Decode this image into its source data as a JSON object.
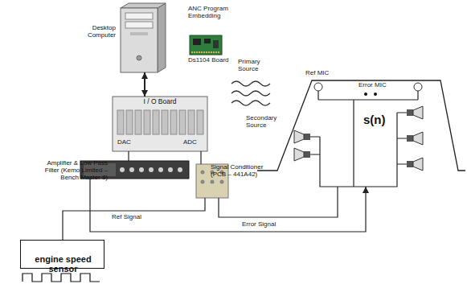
{
  "diagram": {
    "nodes": [
      {
        "text": [
          "Desktop Computer"
        ]
      },
      {
        "text": [
          "I / O Board"
        ]
      },
      {
        "text": [
          "Amplifier & Low Pass Filter (Kemo Limited – Bench Master 8)"
        ]
      },
      {
        "text": [
          "Signal Conditioner (PCB – 441A42)"
        ]
      },
      {
        "text": [
          "engine speed sensor"
        ]
      },
      {
        "text": [
          "s(n)"
        ]
      }
    ],
    "edges": [
      {
        "from": 0,
        "to": 1,
        "arrow": "both"
      },
      {
        "from": 1,
        "to": 2,
        "arrow": "none"
      },
      {
        "from": 3,
        "to": 1,
        "arrow": "none"
      },
      {
        "from": 4,
        "to": 3,
        "label": "Ref Signal",
        "arrow": "none"
      },
      {
        "from": 5,
        "to": 3,
        "label": "Error Signal",
        "arrow": "none"
      },
      {
        "from": 2,
        "to": 5,
        "arrow": "to"
      }
    ],
    "labels": [
      "ANC Program Embedding",
      "Ds1104 Board",
      "DAC",
      "ADC",
      "Primary Source",
      "Ref MIC",
      "Error MIC",
      "Secondary Source"
    ]
  }
}
